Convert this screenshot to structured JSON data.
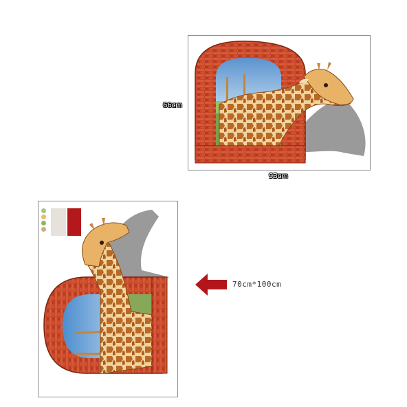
{
  "dimensions": {
    "height": "66cm",
    "width": "93cm",
    "size_option": "70cm*100cm"
  },
  "colors": {
    "arrow": "#b3161a",
    "brick": "#c2462a",
    "mortar": "#7a2414",
    "sky": "#6fa5d8",
    "giraffe": "#e0a04c",
    "shadow": "#8b8b8b"
  },
  "icons": {
    "arrow": "left-arrow-icon"
  }
}
